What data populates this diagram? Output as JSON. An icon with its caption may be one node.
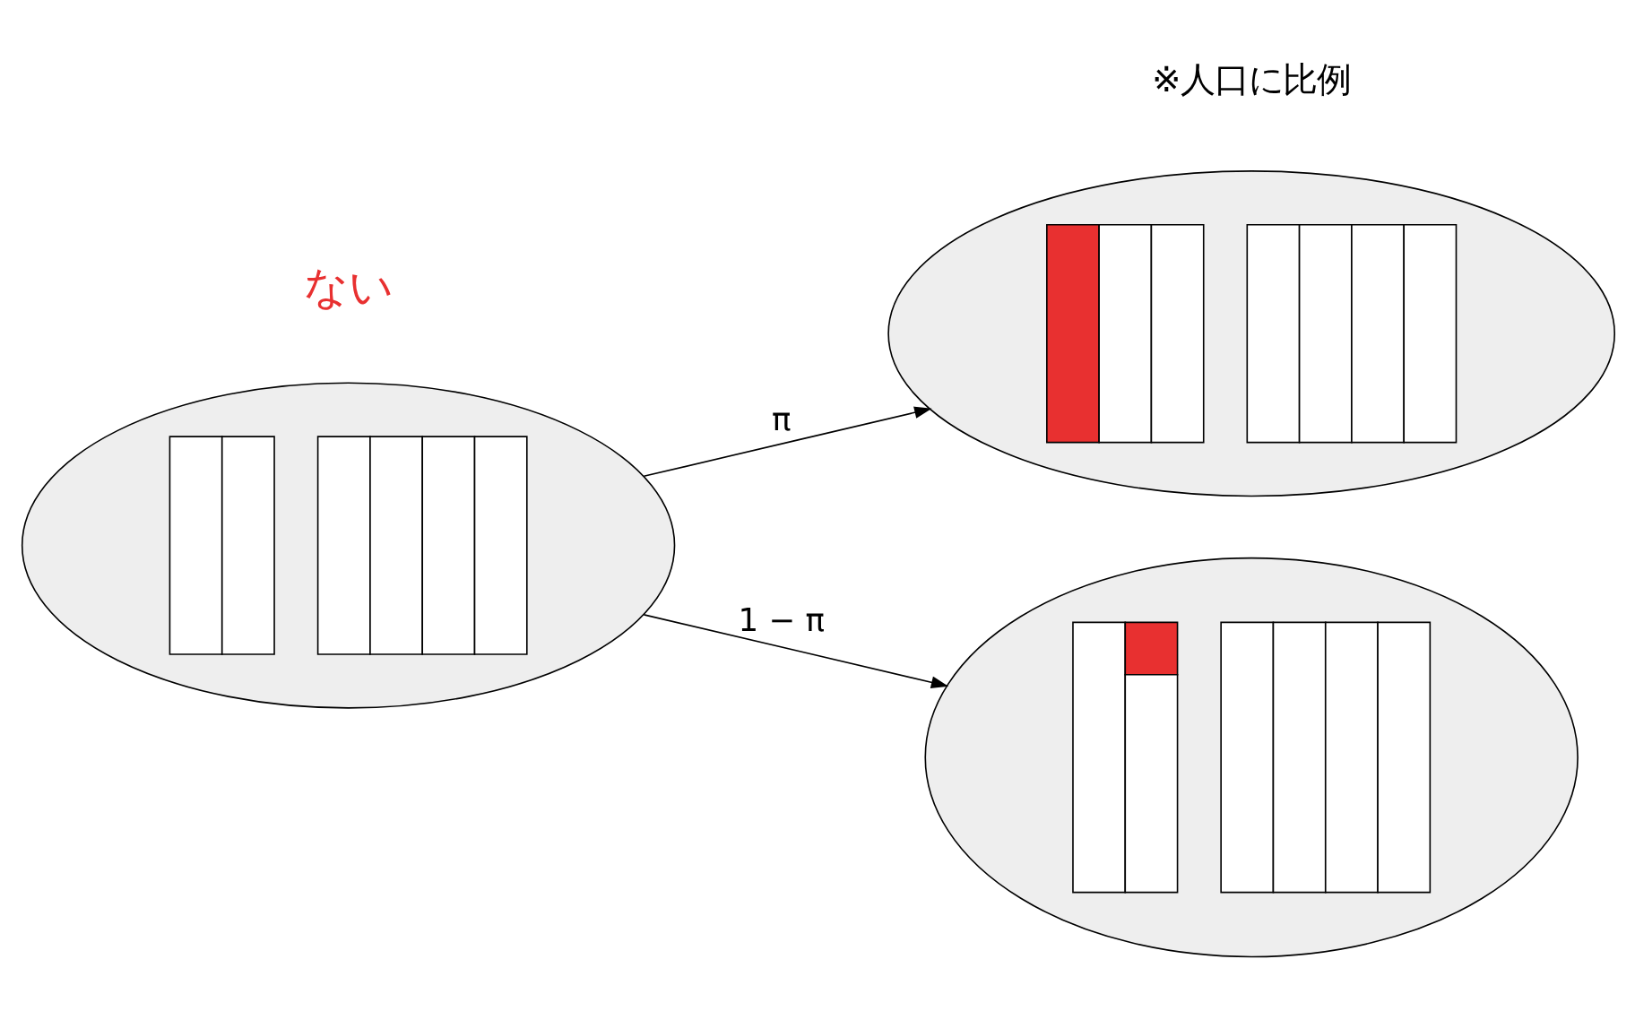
{
  "diagram": {
    "nodes": [
      {
        "text": [],
        "shape": "picture"
      },
      {
        "text": [],
        "shape": "picture"
      },
      {
        "text": [],
        "shape": "picture"
      }
    ],
    "edges": [
      {
        "from": 0,
        "to": 1,
        "arrow": "to",
        "label": "π"
      },
      {
        "from": 0,
        "to": 2,
        "arrow": "to",
        "label": "1 − π"
      }
    ],
    "labels": [
      "ない",
      "※人口に比例"
    ]
  }
}
